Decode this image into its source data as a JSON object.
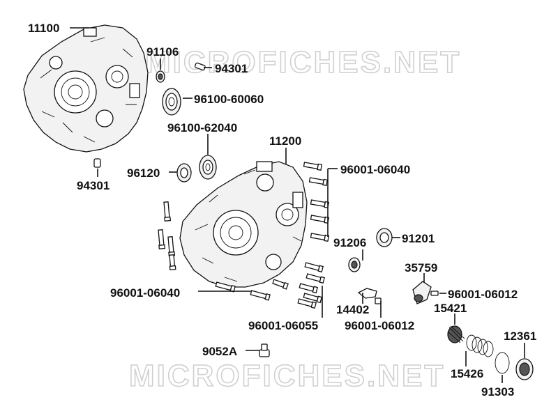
{
  "watermarks": [
    "MICROFICHES.NET",
    "MICROFICHES.NET"
  ],
  "parts": {
    "p11100": "11100",
    "p91106": "91106",
    "p94301a": "94301",
    "p96100_60060": "96100-60060",
    "p96100_62040": "96100-62040",
    "p11200": "11200",
    "p94301b": "94301",
    "p96120": "96120",
    "p96001_06040a": "96001-06040",
    "p91206": "91206",
    "p91201": "91201",
    "p35759": "35759",
    "p96001_06040b": "96001-06040",
    "p96001_06012a": "96001-06012",
    "p15421": "15421",
    "p14402": "14402",
    "p96001_06055": "96001-06055",
    "p96001_06012b": "96001-06012",
    "p12361": "12361",
    "p9052A": "9052A",
    "p15426": "15426",
    "p91303": "91303"
  },
  "colors": {
    "ink": "#111111",
    "watermark": "#d0d0d0",
    "background": "#ffffff"
  }
}
